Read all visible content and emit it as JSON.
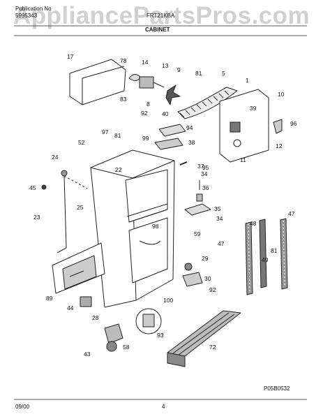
{
  "header": {
    "publication_label": "Publication No",
    "publication_number": "5995343",
    "model": "FRT21KBA",
    "section": "CABINET"
  },
  "watermark": "AppliancePartsPros.com",
  "footer": {
    "date": "09/00",
    "page": "4",
    "diagram_code": "P05B0532"
  },
  "part_labels": [
    "17",
    "78",
    "14",
    "13",
    "9",
    "81",
    "5",
    "1",
    "10",
    "83",
    "8",
    "39",
    "92",
    "40",
    "94",
    "96",
    "97",
    "81",
    "99",
    "52",
    "38",
    "12",
    "11",
    "24",
    "22",
    "95",
    "37",
    "34",
    "36",
    "45",
    "25",
    "35",
    "34",
    "47",
    "23",
    "98",
    "59",
    "48",
    "81",
    "47",
    "49",
    "29",
    "30",
    "92",
    "89",
    "44",
    "100",
    "28",
    "43",
    "58",
    "93",
    "72"
  ]
}
